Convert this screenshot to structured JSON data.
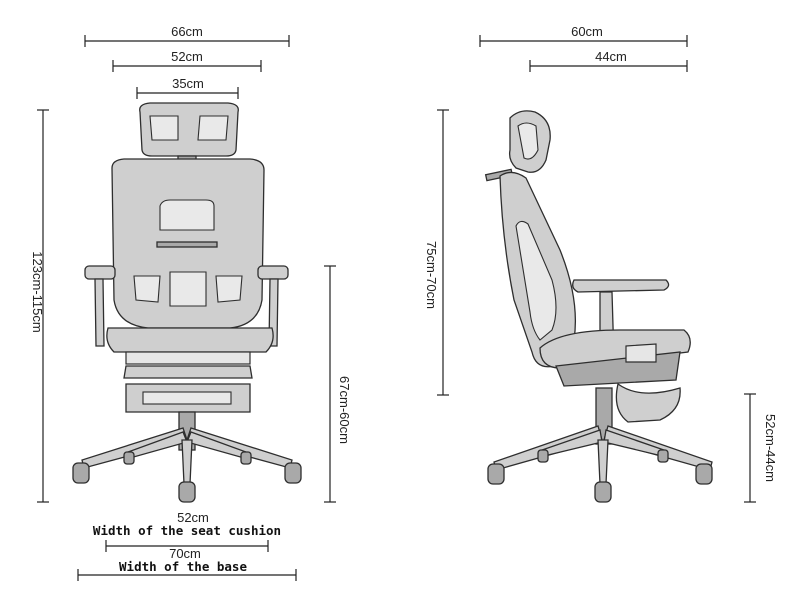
{
  "front_view": {
    "total_width": "66cm",
    "back_width": "52cm",
    "headrest_width": "35cm",
    "total_height": "123cm-115cm",
    "seat_height": "67cm-60cm",
    "seat_cushion_width": "52cm",
    "seat_cushion_caption": "Width of the seat cushion",
    "base_width": "70cm",
    "base_caption": "Width of the base"
  },
  "side_view": {
    "total_depth": "60cm",
    "seat_depth": "44cm",
    "back_height": "75cm-70cm",
    "seat_floor_height": "52cm-44cm"
  },
  "colors": {
    "chair_fill": "#cfcfcf",
    "outline": "#2e2e2e"
  }
}
